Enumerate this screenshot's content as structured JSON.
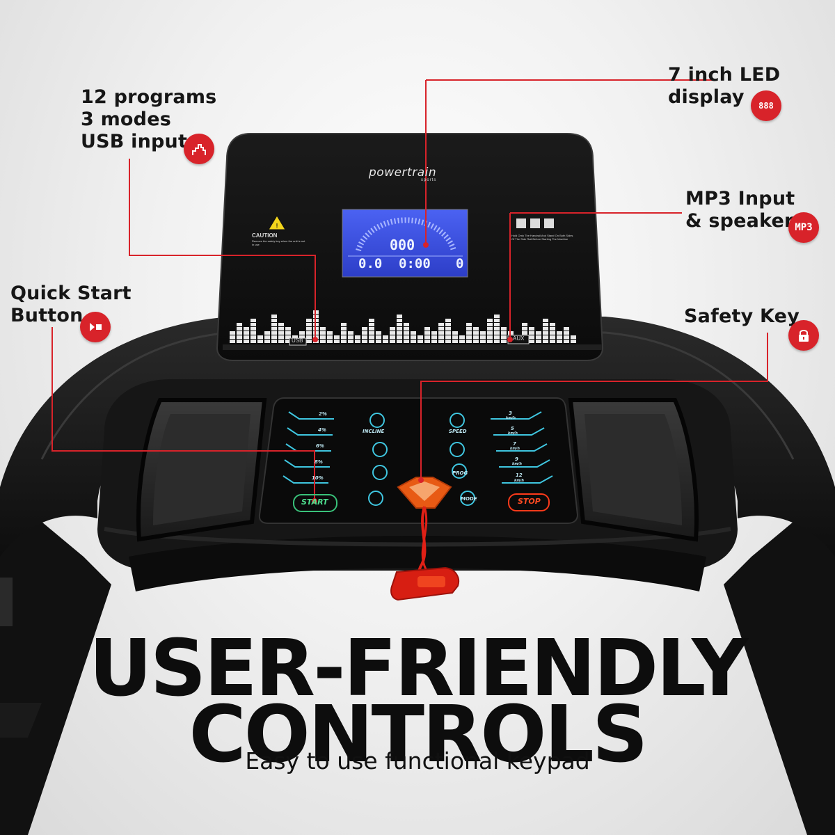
{
  "callouts": {
    "programs": {
      "lines": [
        "12 programs",
        "3 modes",
        "USB input"
      ],
      "icon": "chart-bars-icon"
    },
    "led_display": {
      "lines": [
        "7 inch LED",
        "display"
      ],
      "icon": "led-digits-icon",
      "icon_text": "888"
    },
    "mp3": {
      "lines": [
        "MP3 Input",
        "& speaker"
      ],
      "icon": "mp3-icon",
      "icon_text": "MP3"
    },
    "quick_start": {
      "lines": [
        "Quick Start",
        "Button"
      ],
      "icon": "play-icon"
    },
    "safety_key": {
      "lines": [
        "Safety Key"
      ],
      "icon": "lock-icon"
    }
  },
  "console": {
    "brand": "powertrain",
    "brand_sub": "sports",
    "caution_title": "CAUTION",
    "caution_text": "Remove the safety key when the unit is not in use",
    "lcd": {
      "center": "000",
      "distance": "0.0",
      "time": "0:00",
      "pulse": "0"
    },
    "usb_label": "USB",
    "aux_label": "AUX",
    "instructions": "Hold Onto The Handrail And Stand On Both Sides Of The Side Rail Before Starting The Machine"
  },
  "keypad": {
    "incline_label": "INCLINE",
    "speed_label": "SPEED",
    "incline_presets": [
      "2%",
      "4%",
      "6%",
      "8%",
      "10%"
    ],
    "speed_presets": [
      {
        "value": "3",
        "unit": "km/h"
      },
      {
        "value": "5",
        "unit": "km/h"
      },
      {
        "value": "7",
        "unit": "km/h"
      },
      {
        "value": "9",
        "unit": "km/h"
      },
      {
        "value": "12",
        "unit": "km/h"
      }
    ],
    "prog_label": "PROG",
    "mode_label": "MODE",
    "start_label": "START",
    "stop_label": "STOP"
  },
  "headline": {
    "line1": "USER-FRIENDLY",
    "line2": "CONTROLS"
  },
  "subline": "Easy to use functional keypad",
  "colors": {
    "accent": "#d8232a",
    "lcd": "#3a4fe0",
    "keypad_cyan": "#3fc6e0",
    "start_green": "#39c27a",
    "stop_red": "#ff3a1a"
  }
}
